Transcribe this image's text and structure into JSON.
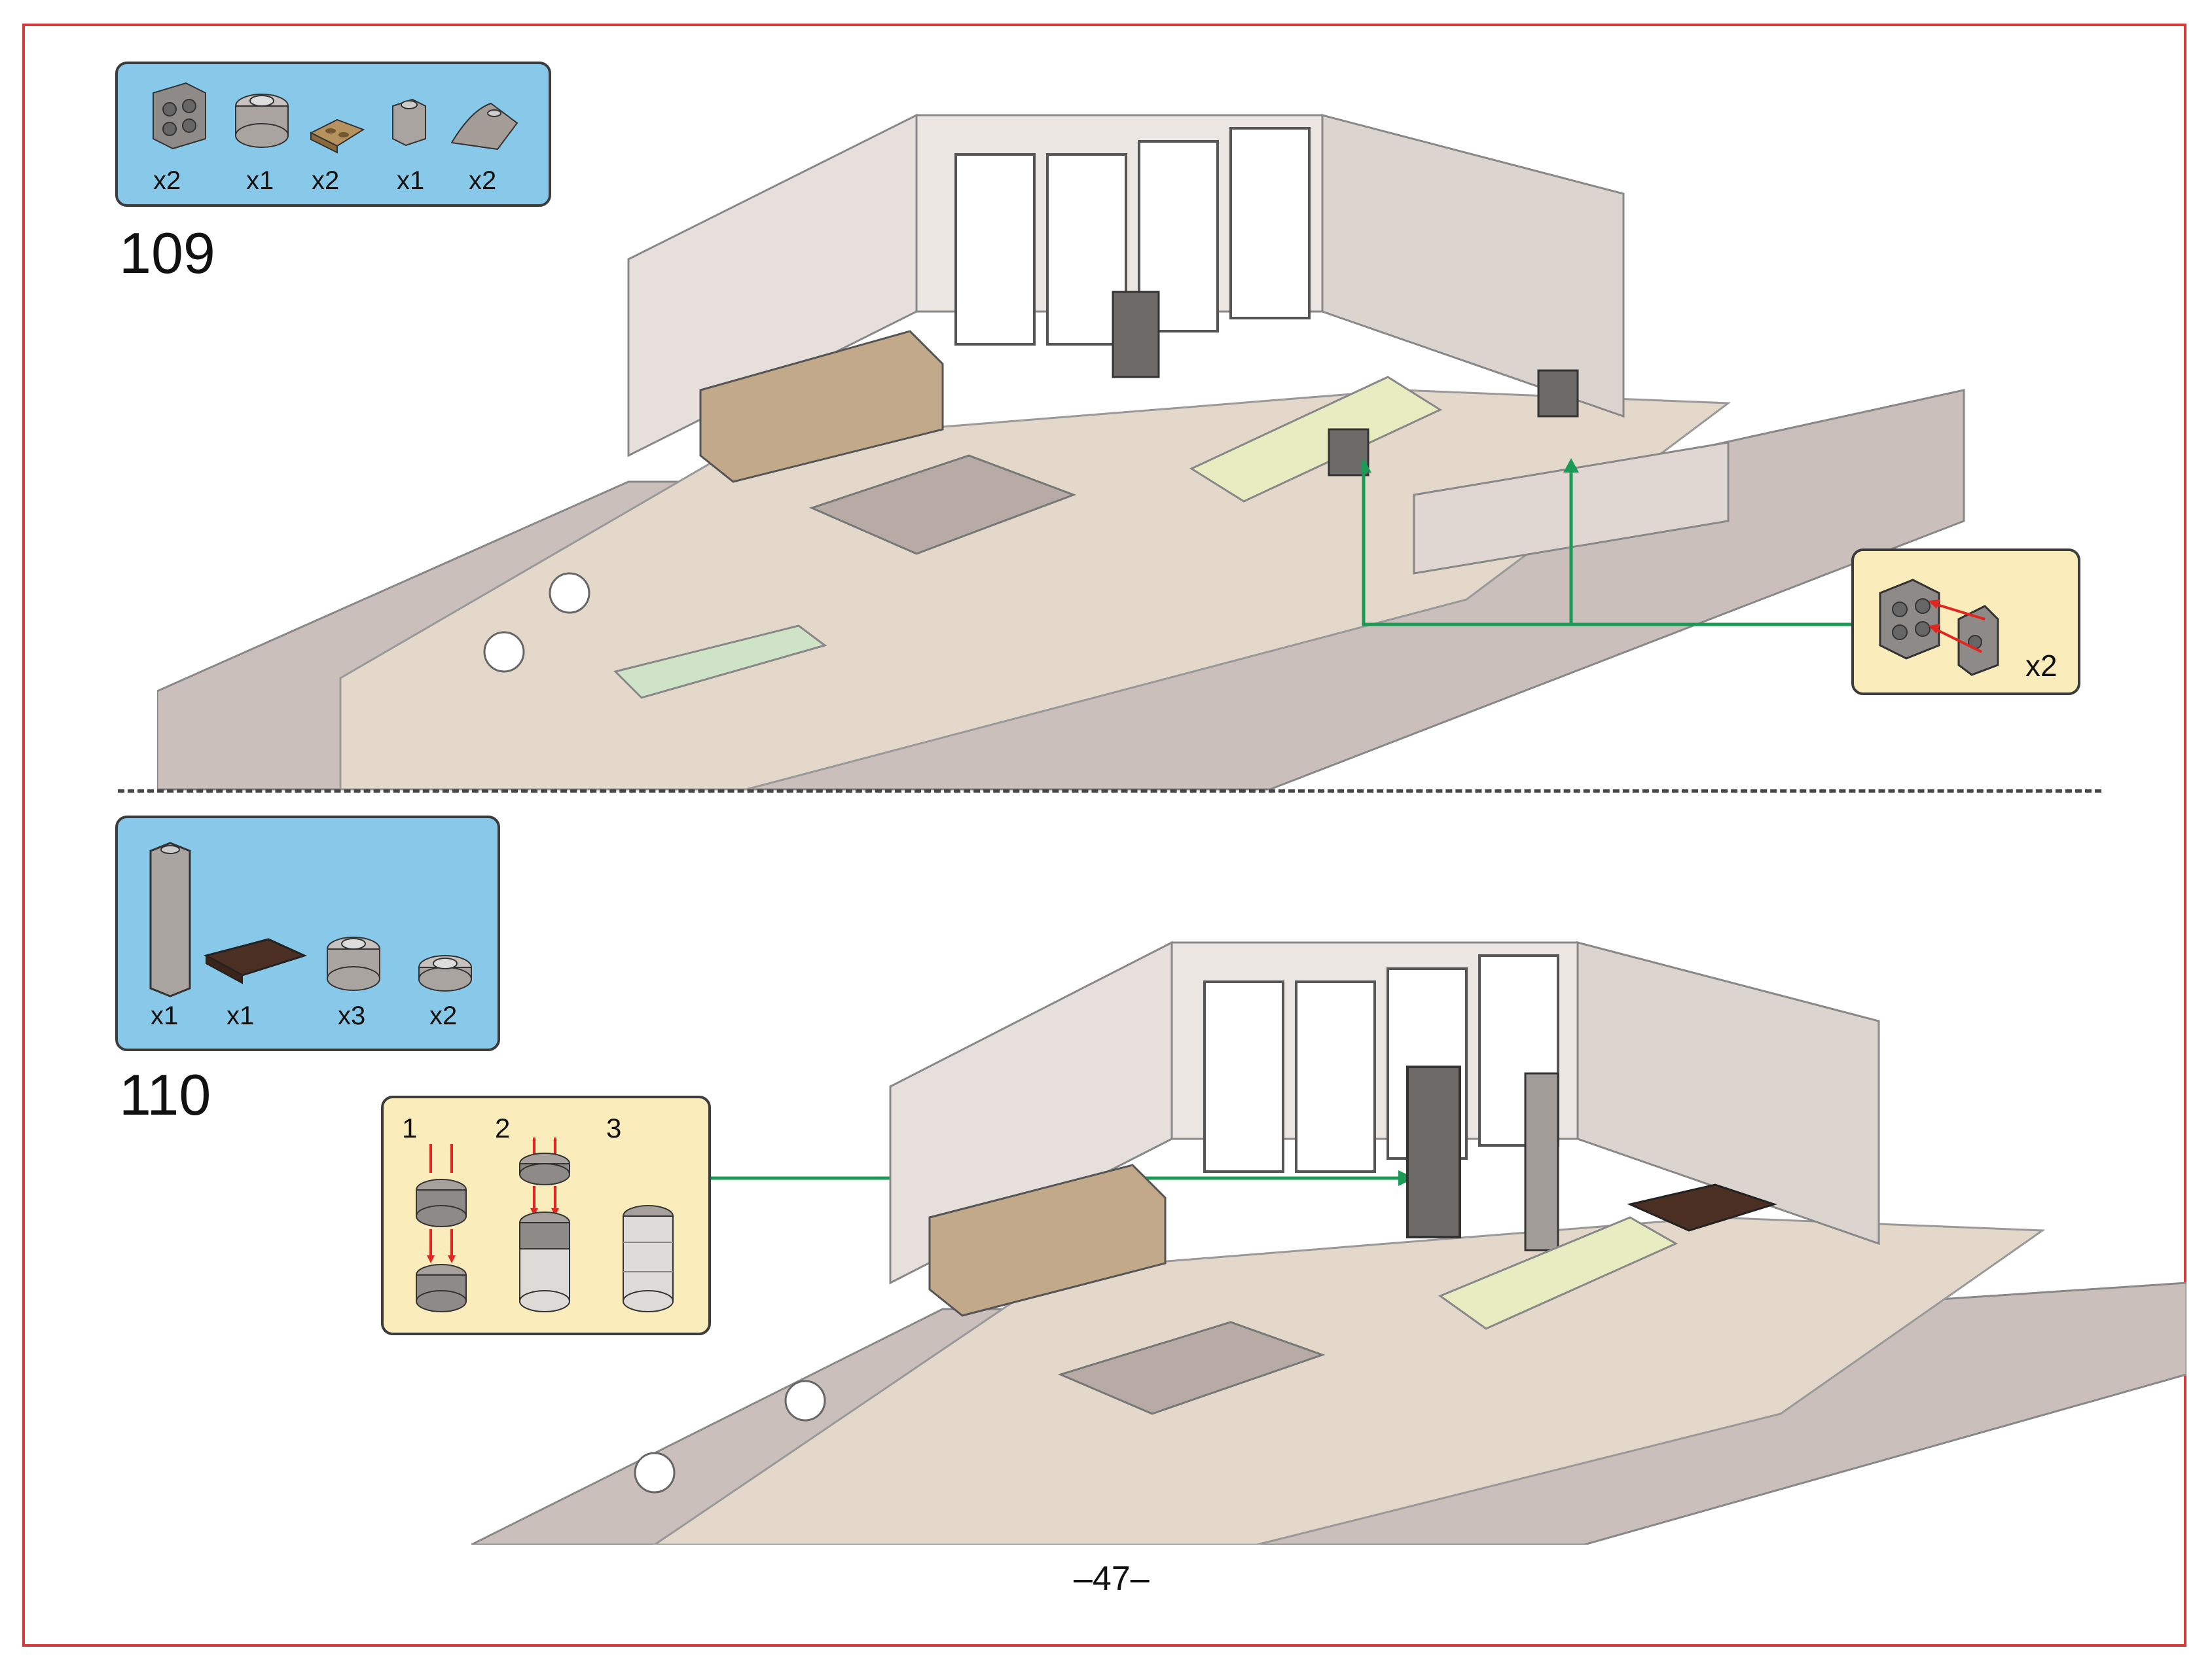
{
  "page": {
    "number": "–47–"
  },
  "colors": {
    "frame": "#d63a3a",
    "parts_bg": "#88c9ea",
    "callout_bg": "#fbecbb",
    "guide_line": "#1a9a55",
    "arrow": "#e0261f"
  },
  "steps": [
    {
      "number": "109",
      "parts": [
        {
          "icon": "brick-2x2-vertical-dark-gray",
          "qty": "x2"
        },
        {
          "icon": "round-brick-2x2-light-gray",
          "qty": "x1"
        },
        {
          "icon": "plate-1x2-tan",
          "qty": "x2"
        },
        {
          "icon": "brick-1x1-light-gray",
          "qty": "x1"
        },
        {
          "icon": "slope-curved-gray",
          "qty": "x2"
        }
      ],
      "callout": {
        "qty": "x2"
      }
    },
    {
      "number": "110",
      "parts": [
        {
          "icon": "brick-1x1x6-light-gray",
          "qty": "x1"
        },
        {
          "icon": "tile-2x4-dark-brown",
          "qty": "x1"
        },
        {
          "icon": "round-brick-2x2-gray",
          "qty": "x3"
        },
        {
          "icon": "round-plate-2x2-gray",
          "qty": "x2"
        }
      ],
      "callout": {
        "substeps": [
          "1",
          "2",
          "3"
        ]
      }
    }
  ]
}
